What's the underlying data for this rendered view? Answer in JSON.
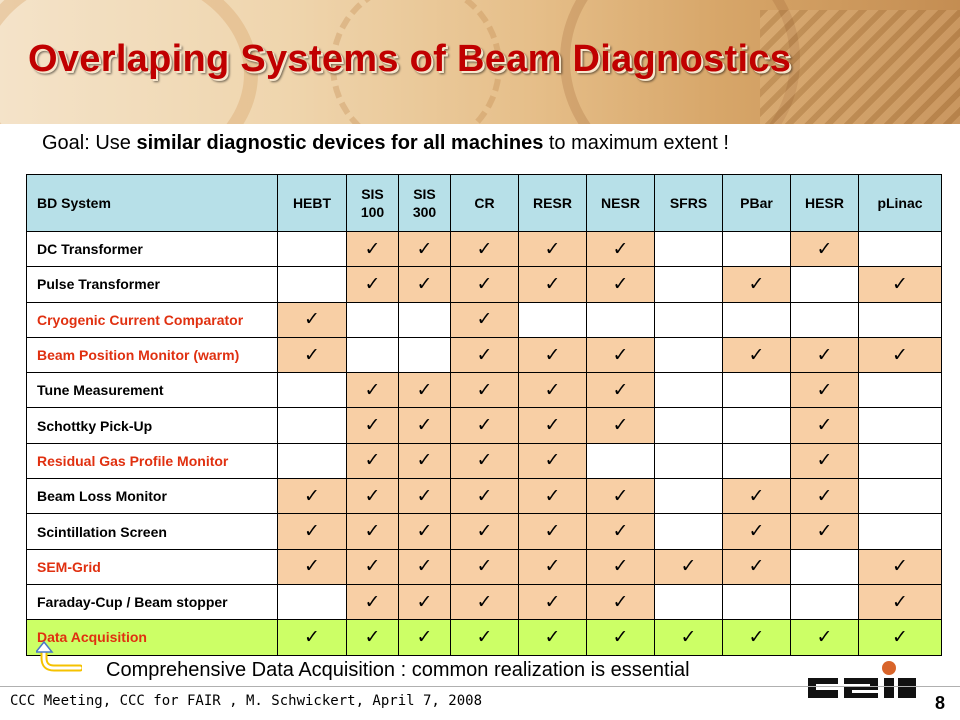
{
  "title": "Overlaping Systems of Beam Diagnostics",
  "goal": {
    "prefix": "Goal: Use ",
    "bold": "similar diagnostic devices for all machines",
    "suffix": " to maximum extent !"
  },
  "table": {
    "headers": [
      "BD System",
      "HEBT",
      "SIS 100",
      "SIS 300",
      "CR",
      "RESR",
      "NESR",
      "SFRS",
      "PBar",
      "HESR",
      "pLinac"
    ],
    "rows": [
      {
        "label": "DC Transformer",
        "red": false,
        "cells": [
          0,
          1,
          1,
          1,
          1,
          1,
          0,
          0,
          1,
          0
        ]
      },
      {
        "label": "Pulse Transformer",
        "red": false,
        "cells": [
          0,
          1,
          1,
          1,
          1,
          1,
          0,
          1,
          0,
          1
        ]
      },
      {
        "label": "Cryogenic Current Comparator",
        "red": true,
        "cells": [
          1,
          0,
          0,
          1,
          0,
          0,
          0,
          0,
          0,
          0
        ]
      },
      {
        "label": "Beam Position Monitor (warm)",
        "red": true,
        "cells": [
          1,
          0,
          0,
          1,
          1,
          1,
          0,
          1,
          1,
          1
        ]
      },
      {
        "label": "Tune Measurement",
        "red": false,
        "cells": [
          0,
          1,
          1,
          1,
          1,
          1,
          0,
          0,
          1,
          0
        ]
      },
      {
        "label": "Schottky Pick-Up",
        "red": false,
        "cells": [
          0,
          1,
          1,
          1,
          1,
          1,
          0,
          0,
          1,
          0
        ]
      },
      {
        "label": "Residual Gas Profile Monitor",
        "red": true,
        "cells": [
          0,
          1,
          1,
          1,
          1,
          0,
          0,
          0,
          1,
          0
        ]
      },
      {
        "label": "Beam Loss Monitor",
        "red": false,
        "cells": [
          1,
          1,
          1,
          1,
          1,
          1,
          0,
          1,
          1,
          0
        ]
      },
      {
        "label": "Scintillation Screen",
        "red": false,
        "cells": [
          1,
          1,
          1,
          1,
          1,
          1,
          0,
          1,
          1,
          0
        ]
      },
      {
        "label": "SEM-Grid",
        "red": true,
        "cells": [
          1,
          1,
          1,
          1,
          1,
          1,
          1,
          1,
          0,
          1
        ]
      },
      {
        "label": "Faraday-Cup / Beam stopper",
        "red": false,
        "cells": [
          0,
          1,
          1,
          1,
          1,
          1,
          0,
          0,
          0,
          1
        ]
      },
      {
        "label": "Data Acquisition",
        "red": true,
        "last": true,
        "cells": [
          1,
          1,
          1,
          1,
          1,
          1,
          1,
          1,
          1,
          1
        ]
      }
    ],
    "check_glyph": "✓"
  },
  "comprehensive": "Comprehensive  Data Acquisition : common realization is essential",
  "footer": "CCC Meeting, CCC for FAIR , M. Schwickert, April 7, 2008",
  "page_number": "8",
  "logo": {
    "text": "GSI",
    "icon": "gsi-logo"
  },
  "arrow_icon": "curved-arrow-up-icon",
  "colors": {
    "title": "#c00000",
    "header_bg": "#b7e0e8",
    "check_bg": "#f8cfa5",
    "last_row_bg": "#ccff66",
    "red_label": "#e03010"
  }
}
